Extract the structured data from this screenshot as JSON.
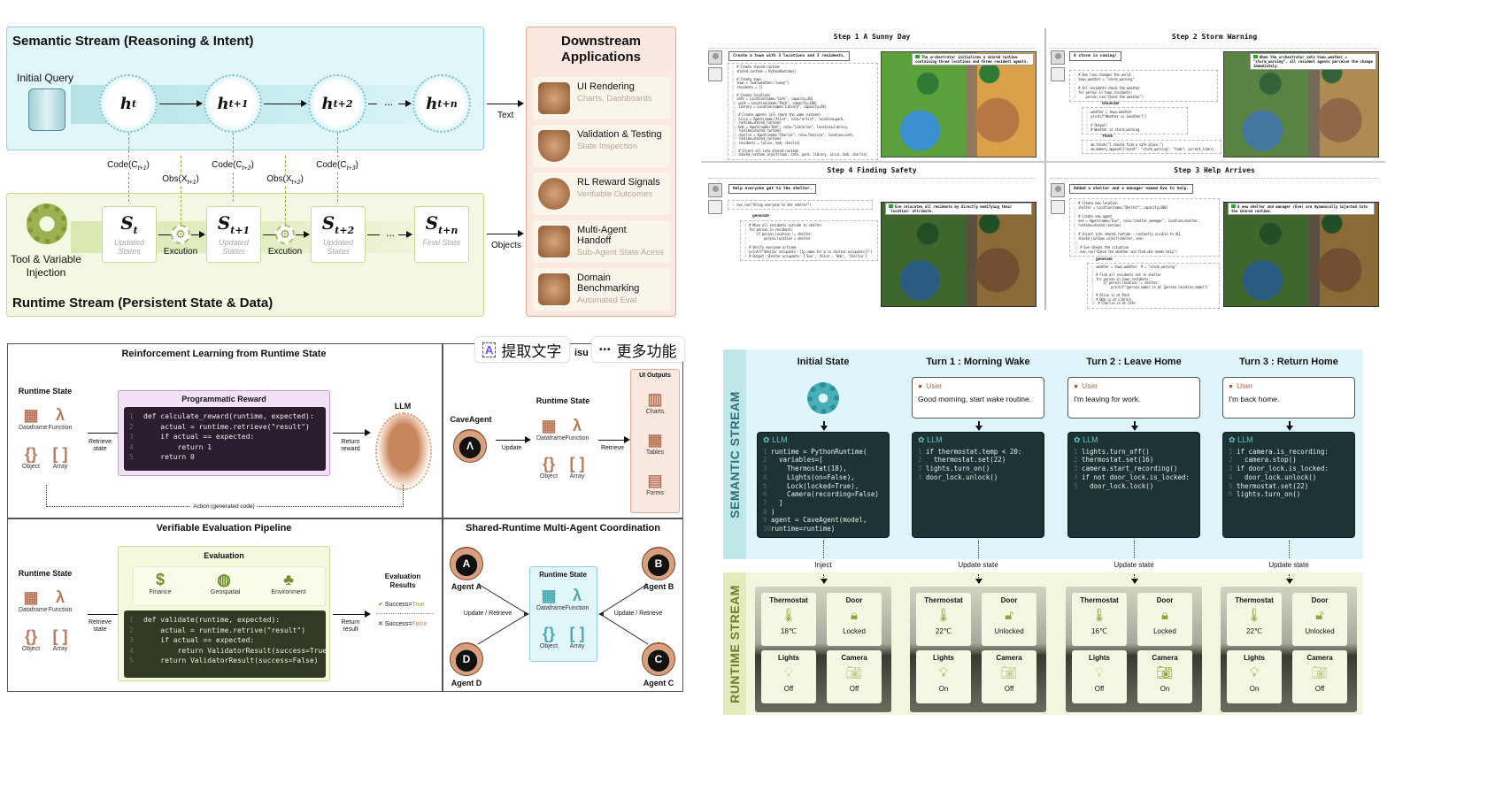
{
  "semantic_stream": {
    "title": "Semantic Stream (Reasoning & Intent)",
    "initial_query": "Initial Query",
    "node_symbol": "h",
    "node_subs": [
      "t",
      "t+1",
      "t+2",
      "t+n"
    ],
    "ellipsis": "..."
  },
  "links": {
    "code_prefix": "Code(C",
    "code_subs": [
      "t+1",
      "t+2",
      "t+3"
    ],
    "obs_prefix": "Obs(X",
    "obs_subs": [
      "t+1",
      "t+2"
    ],
    "close": ")",
    "execution": "Excution",
    "text_arrow": "Text",
    "objects_arrow": "Objects"
  },
  "runtime_stream": {
    "title": "Runtime Stream (Persistent State & Data)",
    "tool_label": "Tool & Variable Injection",
    "state_symbol": "S",
    "states": [
      {
        "sub": "t",
        "caption": "Updated States"
      },
      {
        "sub": "t+1",
        "caption": "Updated States"
      },
      {
        "sub": "t+2",
        "caption": "Updated States"
      },
      {
        "sub": "t+n",
        "caption": "Final State"
      }
    ],
    "ellipsis": "..."
  },
  "downstream": {
    "title": "Downstream Applications",
    "items": [
      {
        "title": "UI Rendering",
        "subtitle": "Charts, Dashboards"
      },
      {
        "title": "Validation & Testing",
        "subtitle": "State Inspection"
      },
      {
        "title": "RL Reward Signals",
        "subtitle": "Verifiable Outcomes"
      },
      {
        "title": "Multi-Agent Handoff",
        "subtitle": "Sub-Agent State Acess"
      },
      {
        "title": "Domain Benchmarking",
        "subtitle": "Automated Eval"
      }
    ]
  },
  "game_steps": [
    {
      "title": "Step 1   A Sunny Day",
      "prompt": "Create a town with 3 locations and 3 residents.",
      "caption": "The orchestrator initializes a shared runtime containing three locations and three resident agents.",
      "code": [
        "# Create shared runtime",
        "shared_runtime = PythonRuntime()",
        "",
        "# Create town",
        "town = Town(weather=\"sunny\")",
        "residents = []",
        "",
        "# Create locations",
        "cafe = Location(name=\"Cafe\", capacity=20)",
        "park = Location(name=\"Park\", capacity=100)",
        "library = Location(name=\"Library\", capacity=50)",
        "",
        "# Create agents (all share the same runtime)",
        "alice = Agent(name=\"Alice\", role=\"artist\", location=park,",
        "runtime=shared_runtime)",
        "bob = Agent(name=\"Bob\", role=\"librarian\", location=library,",
        "runtime=shared_runtime)",
        "charlie = Agent(name=\"Charlie\", role=\"barista\", location=cafe,",
        "runtime=shared_runtime)",
        "residents = [alice, bob, charlie]",
        "",
        "# Inject all into shared runtime",
        "shared_runtime.inject(town, cafe, park, library, alice, bob, charlie)"
      ]
    },
    {
      "title": "Step 2   Storm Warning",
      "prompt": "A storm is coming!",
      "caption": "When the orchestrator sets town.weather = \"storm_warning\", all resident agents perceive the change immediately.",
      "code": [
        "# One line changes the world",
        "town.weather = \"storm_warning\"",
        "",
        "# All residents check the weather",
        "for person in town.residents:",
        "    person.run(\"Check the weather\")"
      ],
      "sub_label_1": "Generate",
      "sub_code_1": [
        "weather = town.weather",
        "print(f\"Weather is {weather}\")",
        "",
        "# Output:",
        "# Weather is storm_warning"
      ],
      "sub_label_2": "Think",
      "sub_code_2": [
        "me.think(\"I should find a safe place.\")",
        "me.memory.append({\"event\": \"storm_warning\", \"time\": current_time})"
      ]
    },
    {
      "title": "Step 4   Finding Safety",
      "prompt": "Help everyone get to the shelter.",
      "caption": "Eve relocates all residents by directly modifying their 'location' attribute.",
      "code": [
        "eve.run(\"Bring everyone to the shelter\")"
      ],
      "sub_label_1": "generate",
      "sub_code_1": [
        "# Move all residents outside to shelter",
        "for person in residents:",
        "    if person.location != shelter:",
        "        person.location = shelter",
        "",
        "# Verify everyone arrived",
        "print(f\"Shelter occupants: {[p.name for p in shelter.occupants]}\")",
        "# Output: Shelter occupants: ['Eve', 'Alice', 'Bob', 'Charlie']"
      ]
    },
    {
      "title": "Step 3   Help Arrives",
      "prompt": "Added a shelter and a manager named Eve to help.",
      "caption": "A new shelter and manager (Eve) are dynamically injected into the shared runtime.",
      "code": [
        "# Create new location",
        "shelter = Location(name=\"Shelter\", capacity=100)",
        "",
        "# Create new agent",
        "eve = Agent(name=\"Eve\", role=\"shelter_manager\", location=shelter,",
        "runtime=shared_runtime)",
        "",
        "# Inject into shared runtime - instantly visible to ALL",
        "shared_runtime.inject(shelter, eve)",
        "",
        "# Eve checks the situation",
        "eve.run(\"Check the weather and find who needs help\")"
      ],
      "sub_label_1": "generate",
      "sub_code_1": [
        "weather = town.weather  # = \"storm_warning\"",
        "",
        "# Find all residents not in shelter",
        "for person in town.residents:",
        "    if person.location != shelter:",
        "        print(f\"{person.name} is at {person.location.name}\")",
        "",
        "# Alice is at Park",
        "# Bob is at Library",
        "# Charlie is at Cafe"
      ]
    }
  ],
  "runtime_icons": {
    "dataframe": "Dataframe",
    "function": "Function",
    "object": "Object",
    "array": "Array"
  },
  "rl": {
    "title": "Reinforcement Learning from Runtime State",
    "runtime_state": "Runtime State",
    "retrieve": "Retrieve state",
    "box_title": "Programmatic Reward",
    "code": [
      "def calculate_reward(runtime, expected):",
      "    actual = runtime.retrieve(\"result\")",
      "    if actual == expected:",
      "        return 1",
      "    return 0"
    ],
    "return_label": "Return reward",
    "llm": "LLM",
    "action": "Action (generated code)"
  },
  "eval": {
    "title": "Verifiable Evaluation Pipeline",
    "runtime_state": "Runtime State",
    "retrieve": "Retrieve state",
    "box_title": "Evaluation",
    "domains": [
      "Finance",
      "Geospatial",
      "Environment"
    ],
    "code": [
      "def validate(runtime, expected):",
      "    actual = runtime.retrive(\"result\")",
      "    if actual == expected:",
      "        return ValidatorResult(success=True)",
      "    return ValidatorResult(success=False)"
    ],
    "return_label": "Return result",
    "results_title": "Evaluation Results",
    "success_prefix": "Success=",
    "true": "True",
    "false": "False"
  },
  "viz": {
    "title_fragment": "isu",
    "agent": "CaveAgent",
    "update": "Update",
    "runtime_state": "Runtime State",
    "retrieve": "Retrieve",
    "outputs_title": "UI Outputs",
    "outputs": [
      "Charts",
      "Tables",
      "Forms"
    ]
  },
  "popups": {
    "extract_text": "提取文字",
    "more": "更多功能",
    "dots": "•••"
  },
  "multi": {
    "title": "Shared-Runtime Multi-Agent Coordination",
    "runtime_state": "Runtime State",
    "update_retrieve": "Update / Retrieve",
    "agents": [
      {
        "letter": "A",
        "label": "Agent A"
      },
      {
        "letter": "B",
        "label": "Agent B"
      },
      {
        "letter": "D",
        "label": "Agent D"
      },
      {
        "letter": "C",
        "label": "Agent C"
      }
    ]
  },
  "smart_home": {
    "semantic_label": "SEMANTIC STREAM",
    "runtime_label": "RUNTIME STREAM",
    "user": "User",
    "llm": "LLM",
    "columns": [
      {
        "title": "Initial State",
        "message": null,
        "code": [
          "runtime = PythonRuntime(",
          "  variables=[",
          "    Thermostat(18),",
          "    Lights(on=False),",
          "    Lock(locked=True),",
          "    Camera(recording=False)",
          "  ]",
          ")",
          "agent = CaveAgent(model,",
          "runtime=runtime)"
        ],
        "link": "Inject",
        "thermostat": "18℃",
        "door": "Locked",
        "lights": "Off",
        "camera": "Off"
      },
      {
        "title": "Turn 1 : Morning Wake",
        "message": "Good morning, start wake routine.",
        "code": [
          "if thermostat.temp < 20:",
          "  thermostat.set(22)",
          "lights.turn_on()",
          "door_lock.unlock()"
        ],
        "link": "Update state",
        "thermostat": "22℃",
        "door": "Unlocked",
        "lights": "On",
        "camera": "Off"
      },
      {
        "title": "Turn 2 : Leave Home",
        "message": "I'm leaving for work.",
        "code": [
          "lights.turn_off()",
          "thermostat.set(16)",
          "camera.start_recording()",
          "if not door_lock.is_locked:",
          "  door_lock.lock()"
        ],
        "link": "Update state",
        "thermostat": "16℃",
        "door": "Locked",
        "lights": "Off",
        "camera": "On"
      },
      {
        "title": "Turn 3 : Return Home",
        "message": "I'm back home.",
        "code": [
          "if camera.is_recording:",
          "  camera.stop()",
          "if door_lock.is_locked:",
          "  door_lock.unlock()",
          "thermostat.set(22)",
          "lights.turn_on()"
        ],
        "link": "Update state",
        "thermostat": "22℃",
        "door": "Unlocked",
        "lights": "On",
        "camera": "Off"
      }
    ],
    "device_names": {
      "thermostat": "Thermostat",
      "door": "Door",
      "lights": "Lights",
      "camera": "Camera"
    }
  },
  "colors": {
    "semantic_bg": "#e1f6f8",
    "runtime_bg": "#f4f8e3",
    "downstream_bg": "#fbe8e1",
    "code_dark": "#1e3434",
    "brown_icon": "#b9785a"
  }
}
